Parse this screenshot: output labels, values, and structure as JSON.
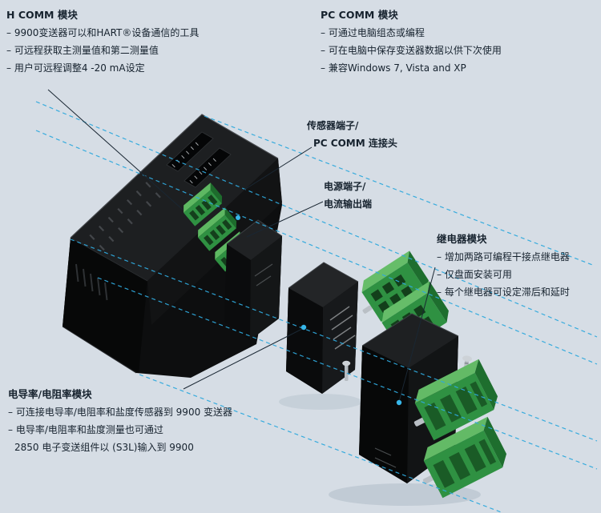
{
  "colors": {
    "background": "#d6dde5",
    "guide_line_cyan": "#2fa9dd",
    "connector_green": "#2f9142",
    "housing_black": "#0d0e0f",
    "text": "#16222e"
  },
  "annotations": {
    "h_comm": {
      "title": "H COMM 模块",
      "items": [
        "– 9900变送器可以和HART®设备通信的工具",
        "– 可远程获取主测量值和第二测量值",
        "– 用户可远程调整4 -20 mA设定"
      ]
    },
    "pc_comm": {
      "title": "PC COMM 模块",
      "items": [
        "– 可通过电脑组态或编程",
        "– 可在电脑中保存变送器数据以供下次使用",
        "– 兼容Windows 7, Vista and XP"
      ]
    },
    "sensor_label": {
      "line1": "传感器端子/",
      "line2": "PC COMM 连接头"
    },
    "power_label": {
      "line1": "电源端子/",
      "line2": "电流输出端"
    },
    "relay": {
      "title": "继电器模块",
      "items": [
        "– 增加两路可编程干接点继电器",
        "– 仅盘面安装可用",
        "– 每个继电器可设定滞后和延时"
      ]
    },
    "conductivity": {
      "title": "电导率/电阻率模块",
      "items": [
        "– 可连接电导率/电阻率和盐度传感器到 9900 变送器",
        "– 电导率/电阻率和盐度测量也可通过",
        "2850 电子变送组件以 (S3L)输入到 9900"
      ]
    }
  }
}
